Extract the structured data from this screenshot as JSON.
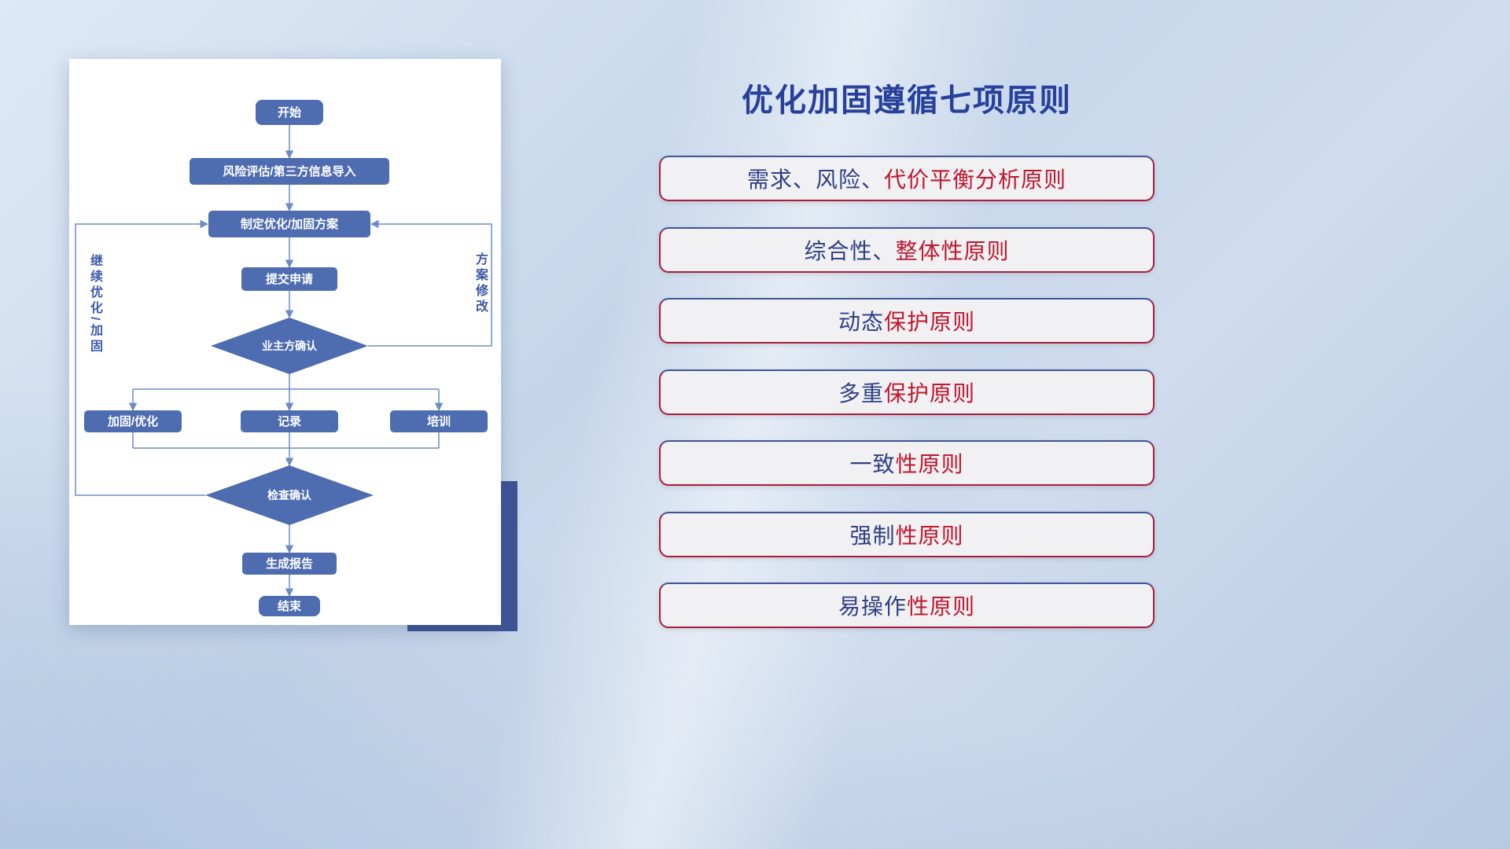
{
  "flowchart": {
    "nodes": {
      "start": {
        "label": "开始"
      },
      "risk_import": {
        "label": "风险评估/第三方信息导入"
      },
      "make_plan": {
        "label": "制定优化/加固方案"
      },
      "submit": {
        "label": "提交申请"
      },
      "owner_confirm": {
        "label": "业主方确认"
      },
      "harden": {
        "label": "加固/优化"
      },
      "record": {
        "label": "记录"
      },
      "training": {
        "label": "培训"
      },
      "check_confirm": {
        "label": "检查确认"
      },
      "report": {
        "label": "生成报告"
      },
      "end": {
        "label": "结束"
      }
    },
    "edge_labels": {
      "continue_loop": "继续优化/加固",
      "plan_revise": "方案修改"
    },
    "colors": {
      "node_fill": "#4e6cb0",
      "line": "#6b8bc7",
      "edge_label_text": "#3d5aa8"
    }
  },
  "right_panel": {
    "title": "优化加固遵循七项原则",
    "title_color": "#27409b",
    "card_border_red": "#a81c3c",
    "card_border_blue": "#3e5598",
    "principles": [
      {
        "parts": [
          {
            "text": "需求、风险、",
            "color": "#2f3f85"
          },
          {
            "text": "代价平衡分析原则",
            "color": "#c0172f"
          }
        ]
      },
      {
        "parts": [
          {
            "text": "综合性、",
            "color": "#2f3f85"
          },
          {
            "text": "整体性原则",
            "color": "#c0172f"
          }
        ]
      },
      {
        "parts": [
          {
            "text": "动态",
            "color": "#2f3f85"
          },
          {
            "text": "保护原则",
            "color": "#c0172f"
          }
        ]
      },
      {
        "parts": [
          {
            "text": "多重",
            "color": "#2f3f85"
          },
          {
            "text": "保护原则",
            "color": "#c0172f"
          }
        ]
      },
      {
        "parts": [
          {
            "text": "一致",
            "color": "#2f3f85"
          },
          {
            "text": "性原则",
            "color": "#c0172f"
          }
        ]
      },
      {
        "parts": [
          {
            "text": "强制",
            "color": "#2f3f85"
          },
          {
            "text": "性原则",
            "color": "#c0172f"
          }
        ]
      },
      {
        "parts": [
          {
            "text": "易操作",
            "color": "#2f3f85"
          },
          {
            "text": "性原则",
            "color": "#c0172f"
          }
        ]
      }
    ]
  }
}
